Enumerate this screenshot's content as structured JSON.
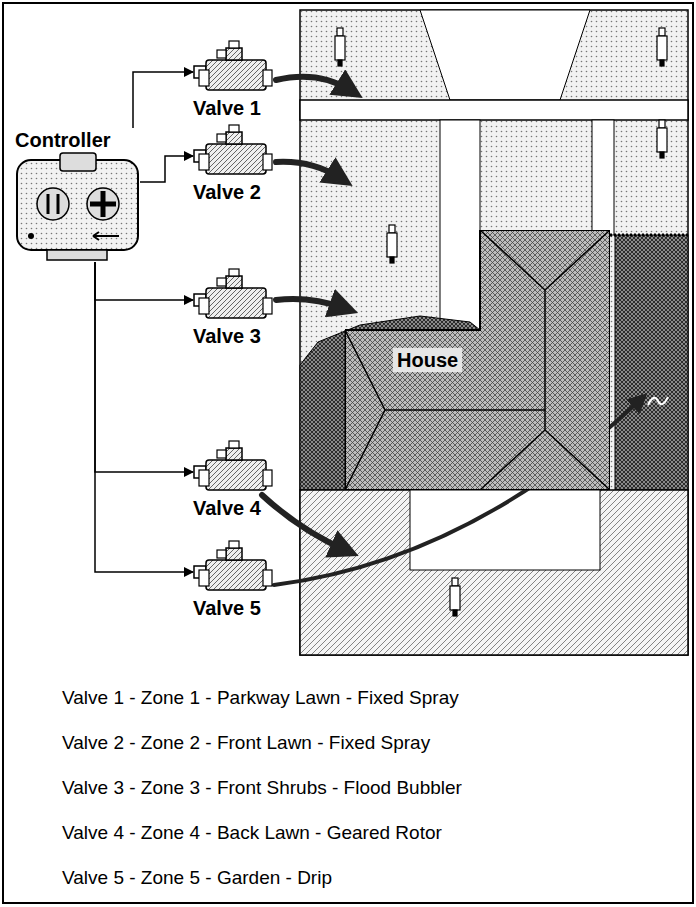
{
  "diagram": {
    "nodes": [
      {
        "text": [
          "Controller"
        ]
      },
      {
        "text": [
          "Valve 1"
        ]
      },
      {
        "text": [
          "Valve 2"
        ]
      },
      {
        "text": [
          "Valve 3"
        ]
      },
      {
        "text": [
          "Valve 4"
        ]
      },
      {
        "text": [
          "Valve 5"
        ]
      },
      {
        "text": [
          "House"
        ]
      }
    ],
    "edges": [
      {
        "from": 0,
        "to": 1,
        "arrow": "to"
      },
      {
        "from": 0,
        "to": 2,
        "arrow": "to"
      },
      {
        "from": 0,
        "to": 3,
        "arrow": "to"
      },
      {
        "from": 0,
        "to": 4,
        "arrow": "to"
      },
      {
        "from": 0,
        "to": 5,
        "arrow": "to"
      }
    ],
    "labels": [
      "Valve 1 - Zone 1 - Parkway Lawn - Fixed Spray",
      "Valve 2 - Zone 2 - Front Lawn - Fixed Spray",
      "Valve 3 - Zone 3 - Front Shrubs - Flood Bubbler",
      "Valve 4 - Zone 4 - Back Lawn - Geared Rotor",
      "Valve 5 - Zone 5 - Garden - Drip"
    ]
  }
}
